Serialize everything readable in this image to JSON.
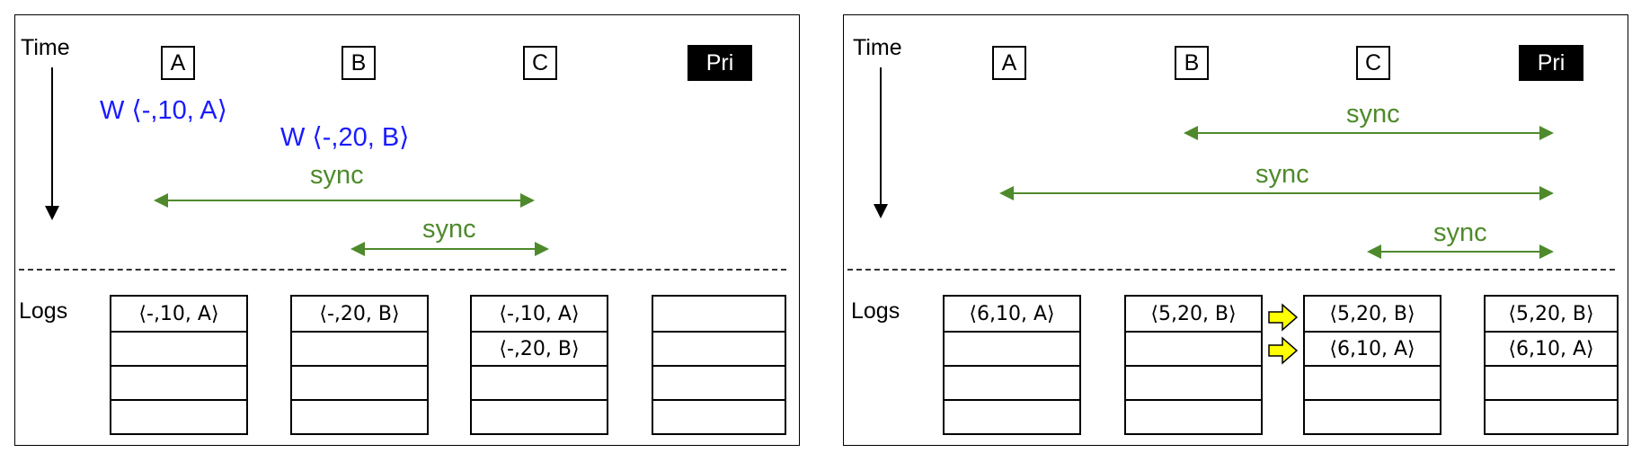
{
  "left": {
    "time_label": "Time",
    "logs_label": "Logs",
    "nodes": [
      "A",
      "B",
      "C",
      "Pri"
    ],
    "writes": [
      "W ⟨-,10, A⟩",
      "W ⟨-,20, B⟩"
    ],
    "syncs": [
      "sync",
      "sync"
    ],
    "logs": [
      [
        "⟨-,10, A⟩",
        "",
        "",
        ""
      ],
      [
        "⟨-,20, B⟩",
        "",
        "",
        ""
      ],
      [
        "⟨-,10, A⟩",
        "⟨-,20, B⟩",
        "",
        ""
      ],
      [
        "",
        "",
        "",
        ""
      ]
    ]
  },
  "right": {
    "time_label": "Time",
    "logs_label": "Logs",
    "nodes": [
      "A",
      "B",
      "C",
      "Pri"
    ],
    "syncs": [
      "sync",
      "sync",
      "sync"
    ],
    "logs": [
      [
        "⟨6,10, A⟩",
        "",
        "",
        ""
      ],
      [
        "⟨5,20, B⟩",
        "",
        "",
        ""
      ],
      [
        "⟨5,20, B⟩",
        "⟨6,10, A⟩",
        "",
        ""
      ],
      [
        "⟨5,20, B⟩",
        "⟨6,10, A⟩",
        "",
        ""
      ]
    ]
  },
  "colors": {
    "write_text": "#1a1aff",
    "sync_text": "#4e8a2c",
    "primary_bg": "#000000",
    "arrow_fill": "#ffff00"
  }
}
